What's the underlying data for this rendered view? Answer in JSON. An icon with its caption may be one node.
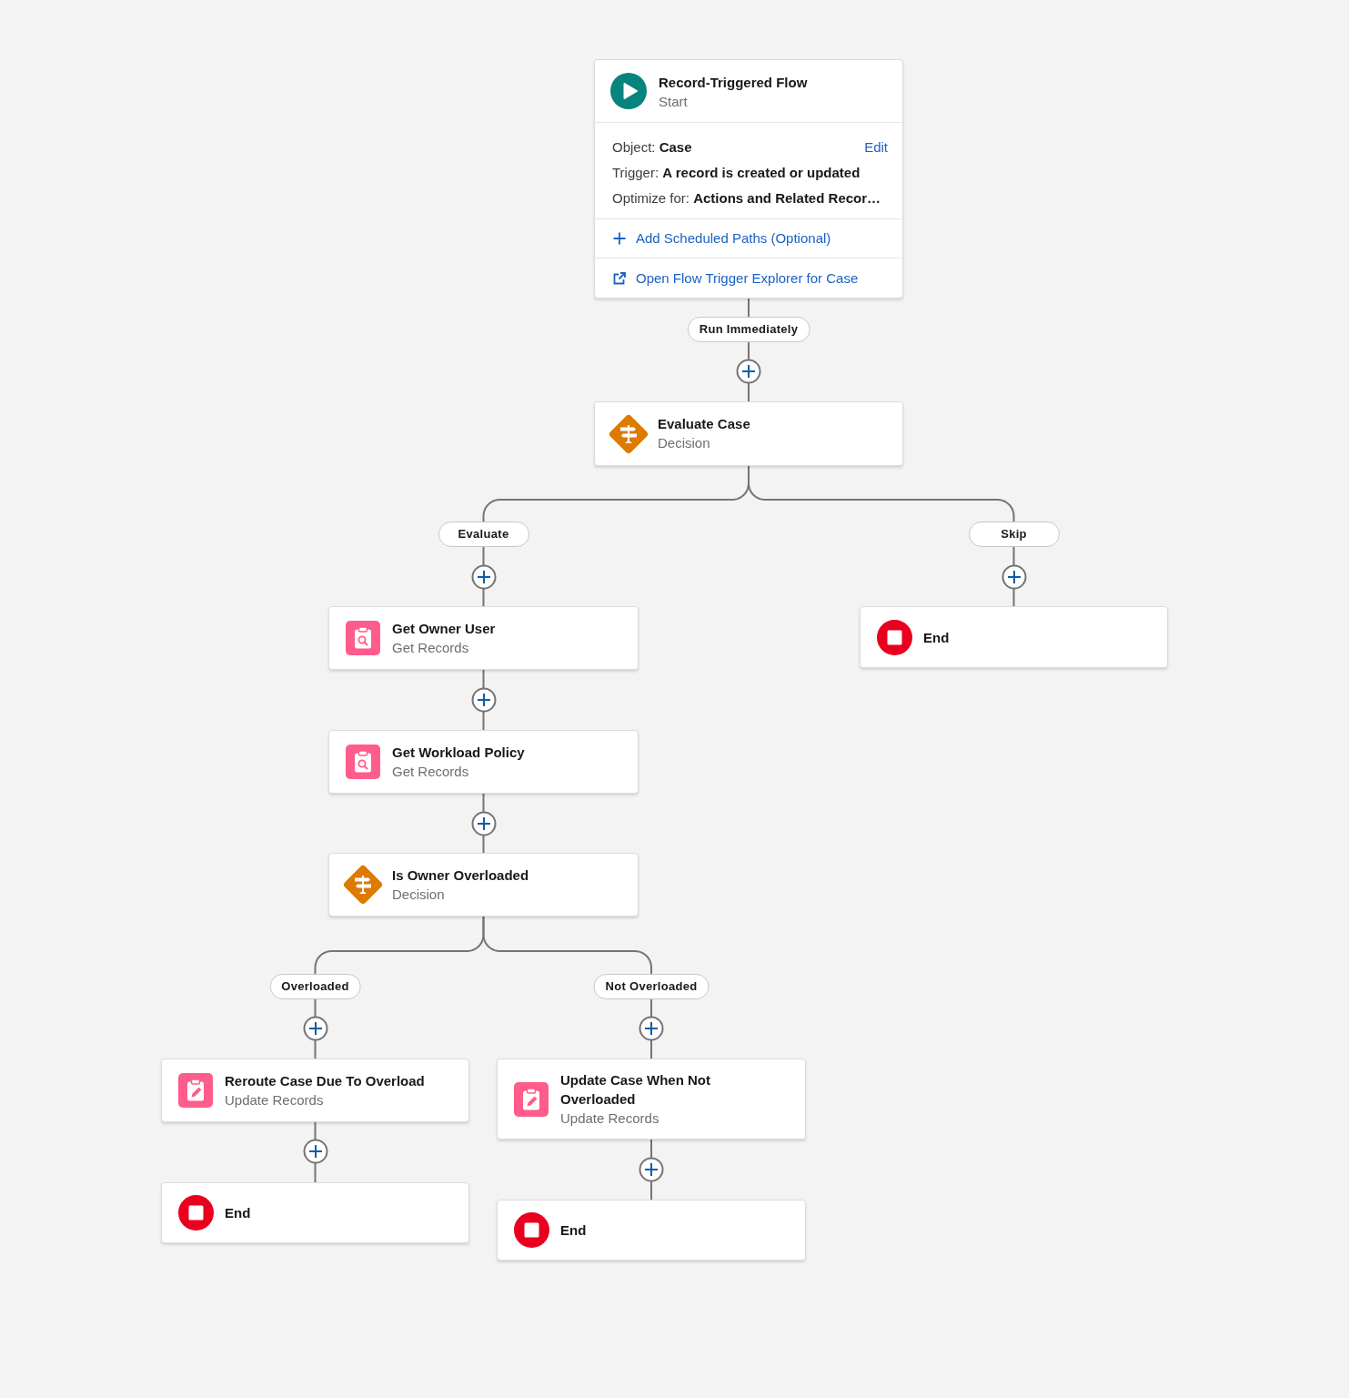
{
  "diagram": {
    "nodes": [
      {
        "text": [
          "Record-Triggered Flow",
          "Start",
          "Object: **Case**",
          "Edit",
          "Trigger: **A record is created or updated**",
          "Optimize for: **Actions and Related Recor…**",
          "Add Scheduled Paths (Optional)",
          "Open Flow Trigger Explorer for Case"
        ]
      },
      {
        "text": [
          "Evaluate Case",
          "Decision"
        ]
      },
      {
        "text": [
          "Get Owner User",
          "Get Records"
        ]
      },
      {
        "text": [
          "End"
        ]
      },
      {
        "text": [
          "Get Workload Policy",
          "Get Records"
        ]
      },
      {
        "text": [
          "Is Owner Overloaded",
          "Decision"
        ]
      },
      {
        "text": [
          "Reroute Case Due To Overload",
          "Update Records"
        ]
      },
      {
        "text": [
          "Update Case When Not Overloaded",
          "Update Records"
        ]
      },
      {
        "text": [
          "End"
        ]
      },
      {
        "text": [
          "End"
        ]
      }
    ],
    "edges": [
      {
        "from": 0,
        "to": 1,
        "arrow": "none",
        "label": "Run Immediately"
      },
      {
        "from": 1,
        "to": 2,
        "arrow": "none",
        "label": "Evaluate"
      },
      {
        "from": 1,
        "to": 3,
        "arrow": "none",
        "label": "Skip"
      },
      {
        "from": 2,
        "to": 4,
        "arrow": "none"
      },
      {
        "from": 4,
        "to": 5,
        "arrow": "none"
      },
      {
        "from": 5,
        "to": 6,
        "arrow": "none",
        "label": "Overloaded"
      },
      {
        "from": 5,
        "to": 7,
        "arrow": "none",
        "label": "Not Overloaded"
      },
      {
        "from": 6,
        "to": 8,
        "arrow": "none"
      },
      {
        "from": 7,
        "to": 9,
        "arrow": "none"
      }
    ]
  }
}
